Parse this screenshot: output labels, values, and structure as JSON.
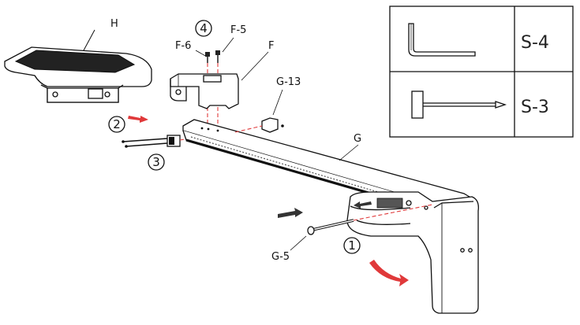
{
  "parts": {
    "H": "H",
    "F": "F",
    "F5": "F-5",
    "F6": "F-6",
    "G": "G",
    "G5": "G-5",
    "G13": "G-13"
  },
  "steps": {
    "s1": "1",
    "s2": "2",
    "s3": "3",
    "s4": "4"
  },
  "tools": {
    "t1": "S-4",
    "t2": "S-3"
  },
  "colors": {
    "accent": "#e0393a",
    "ink": "#111111",
    "dark_arrow": "#333333"
  },
  "icons": [
    "allen-wrench-icon",
    "screwdriver-icon"
  ]
}
